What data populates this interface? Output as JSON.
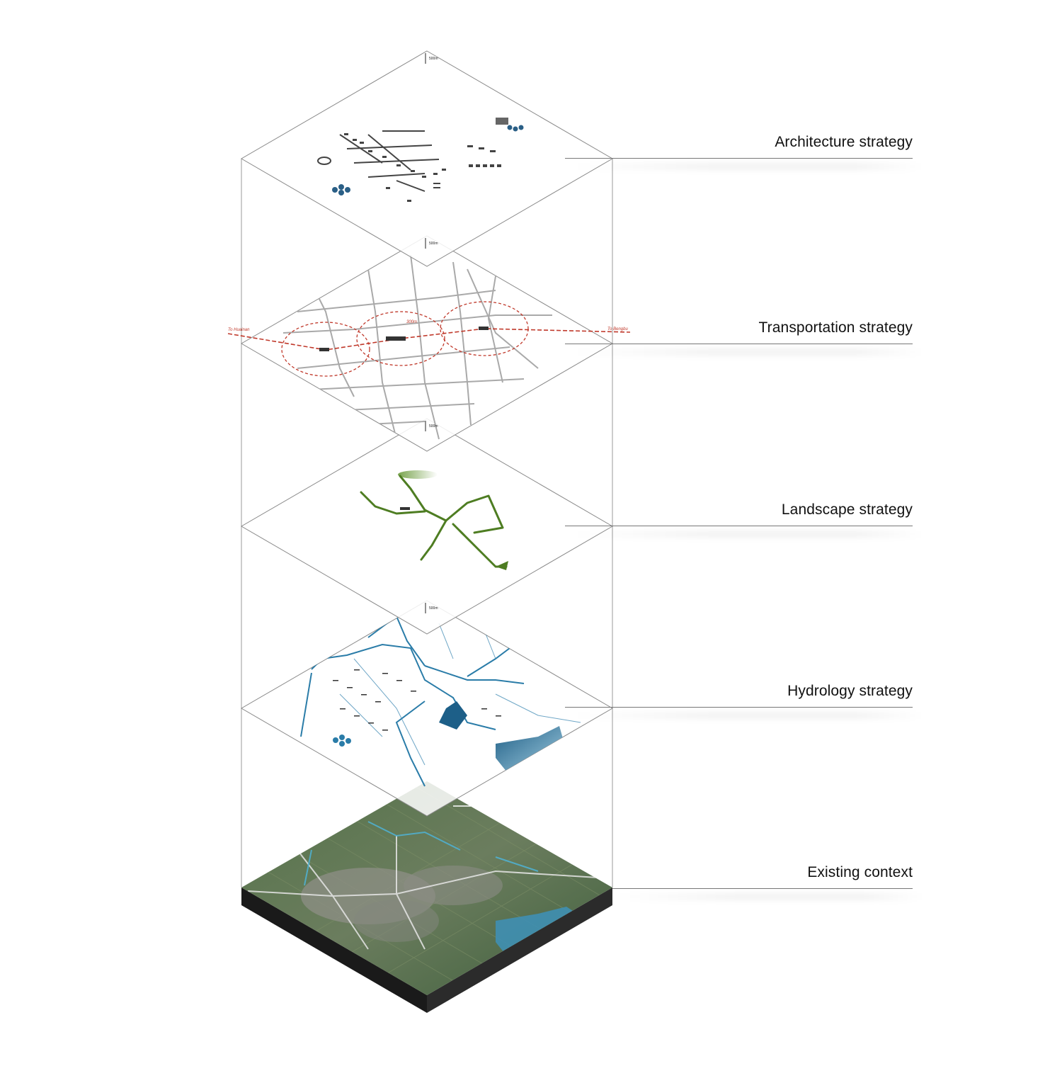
{
  "layers": [
    {
      "label": "Architecture strategy"
    },
    {
      "label": "Transportation strategy"
    },
    {
      "label": "Landscape strategy"
    },
    {
      "label": "Hydrology strategy"
    },
    {
      "label": "Existing context"
    }
  ],
  "transport": {
    "west_destination": "To Huainan",
    "east_destination": "To Bengbu",
    "radius_label": "300m"
  },
  "scale_bar_label": "500m",
  "colors": {
    "frame": "#8a8a8a",
    "road": "#a9a9a9",
    "transit_circle": "#c0392b",
    "landscape": "#5a8a2a",
    "water": "#2a7ca8",
    "terrain": "#4c6b43"
  }
}
